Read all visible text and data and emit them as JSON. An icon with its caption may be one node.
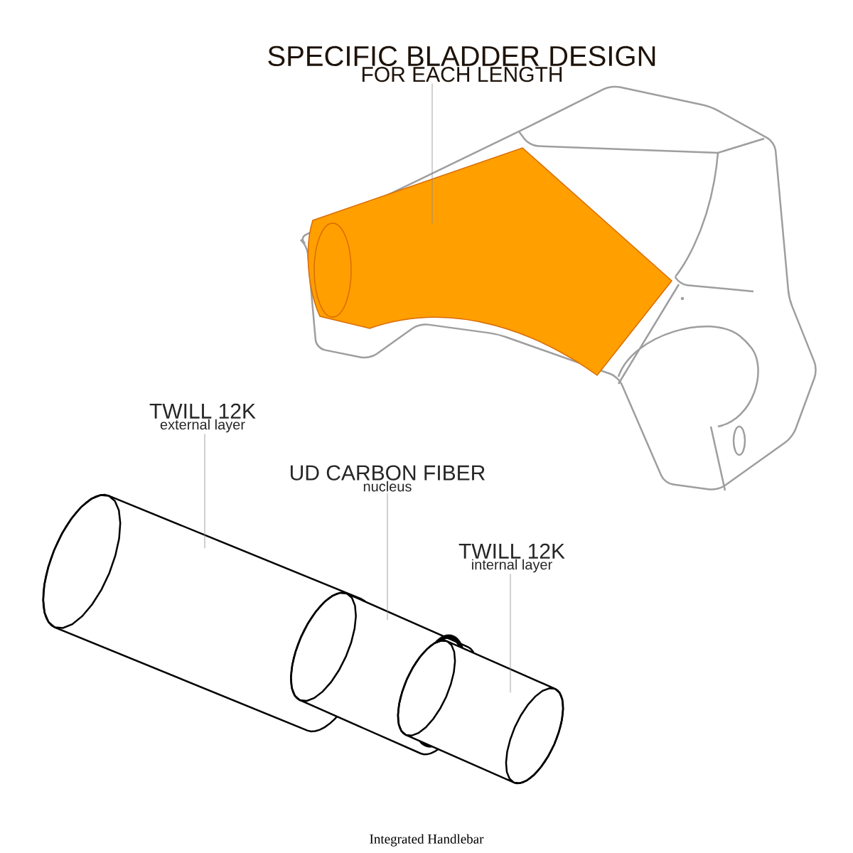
{
  "diagram": {
    "caption": "Integrated Handlebar",
    "nodes": [
      {
        "text": [
          "SPECIFIC BLADDER DESIGN",
          "FOR EACH LENGTH"
        ]
      },
      {
        "text": [],
        "shape": "picture"
      },
      {
        "text": [
          "TWILL 12K",
          "external layer"
        ]
      },
      {
        "text": [],
        "shape": "cylinder"
      },
      {
        "text": [
          "UD CARBON FIBER",
          "nucleus"
        ]
      },
      {
        "text": [],
        "shape": "cylinder"
      },
      {
        "text": [
          "TWILL 12K",
          "internal layer"
        ]
      },
      {
        "text": [],
        "shape": "cylinder"
      }
    ],
    "edges": [
      {
        "from": 0,
        "to": 1,
        "arrow": "none"
      },
      {
        "from": 2,
        "to": 3,
        "arrow": "none"
      },
      {
        "from": 4,
        "to": 5,
        "arrow": "none"
      },
      {
        "from": 6,
        "to": 7,
        "arrow": "none"
      }
    ]
  }
}
